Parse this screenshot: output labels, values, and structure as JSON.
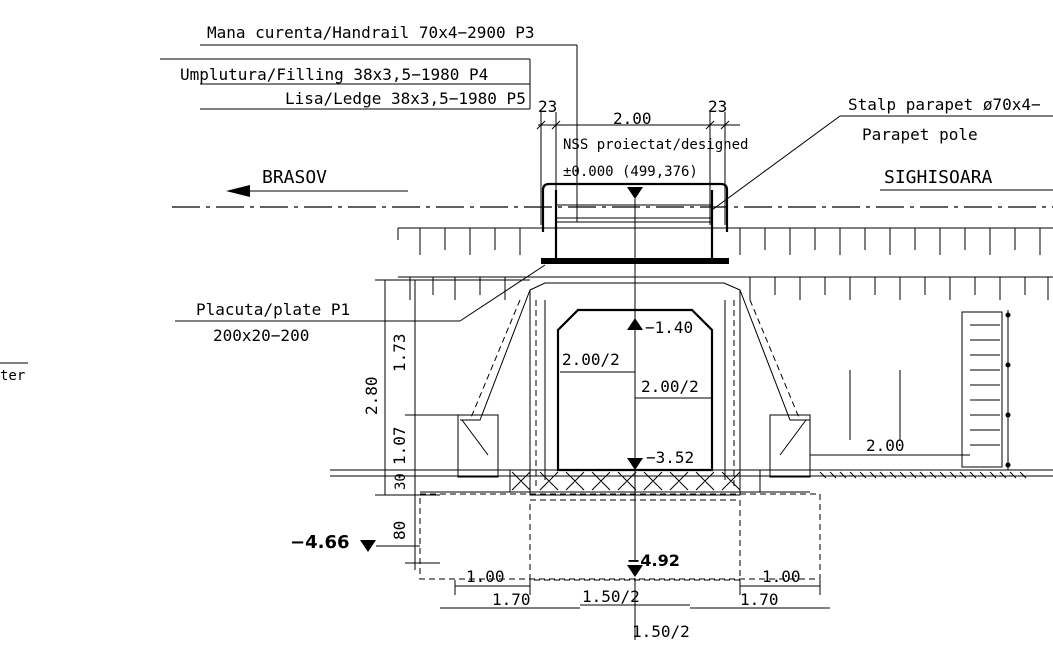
{
  "labels": {
    "handrail": "Mana curenta/Handrail 70x4−2900 P3",
    "filling": "Umplutura/Filling 38x3,5−1980 P4",
    "ledge": "Lisa/Ledge 38x3,5−1980 P5",
    "pole": "Stalp parapet ø70x4−",
    "pole_en": "Parapet pole",
    "nss": "NSS proiectat/designed",
    "nss_level": "±0.000 (499,376)",
    "brasov": "BRASOV",
    "sighisoara": "SIGHISOARA",
    "plate": "Placuta/plate P1",
    "plate_dim": "200x20−200",
    "left_cut": "ter"
  },
  "dims": {
    "d23_left": "23",
    "d200_top": "2.00",
    "d23_right": "23",
    "d173": "1.73",
    "d280": "2.80",
    "d107": "1.07",
    "d30": "30",
    "d80": "80",
    "lvl_140": "−1.40",
    "d200_half_a": "2.00/2",
    "d200_half_b": "2.00/2",
    "lvl_352": "−3.52",
    "lvl_466": "−4.66",
    "lvl_492": "−4.92",
    "d100_left": "1.00",
    "d170_left": "1.70",
    "d150_half_a": "1.50/2",
    "d150_half_b": "1.50/2",
    "d100_right": "1.00",
    "d170_right": "1.70",
    "d200_right": "2.00"
  }
}
